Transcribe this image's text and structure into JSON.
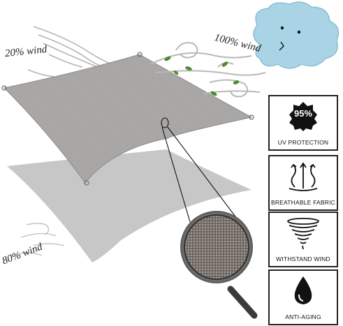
{
  "labels": {
    "wind_20": "20% wind",
    "wind_100": "100% wind",
    "wind_80": "80% wind"
  },
  "features": [
    {
      "label": "UV PROTECTION",
      "value": "95%",
      "icon": "uv-shield-icon"
    },
    {
      "label": "BREATHABLE FABRIC",
      "icon": "breathable-arrows-icon"
    },
    {
      "label": "WITHSTAND WIND",
      "icon": "tornado-icon"
    },
    {
      "label": "ANTI-AGING",
      "icon": "water-drop-icon"
    }
  ],
  "colors": {
    "sail": "#a9a7a5",
    "shadow": "#c9c9c9",
    "cloud": "#a9d4e6",
    "leaf": "#4c8a2f",
    "badge_border": "#222222"
  }
}
